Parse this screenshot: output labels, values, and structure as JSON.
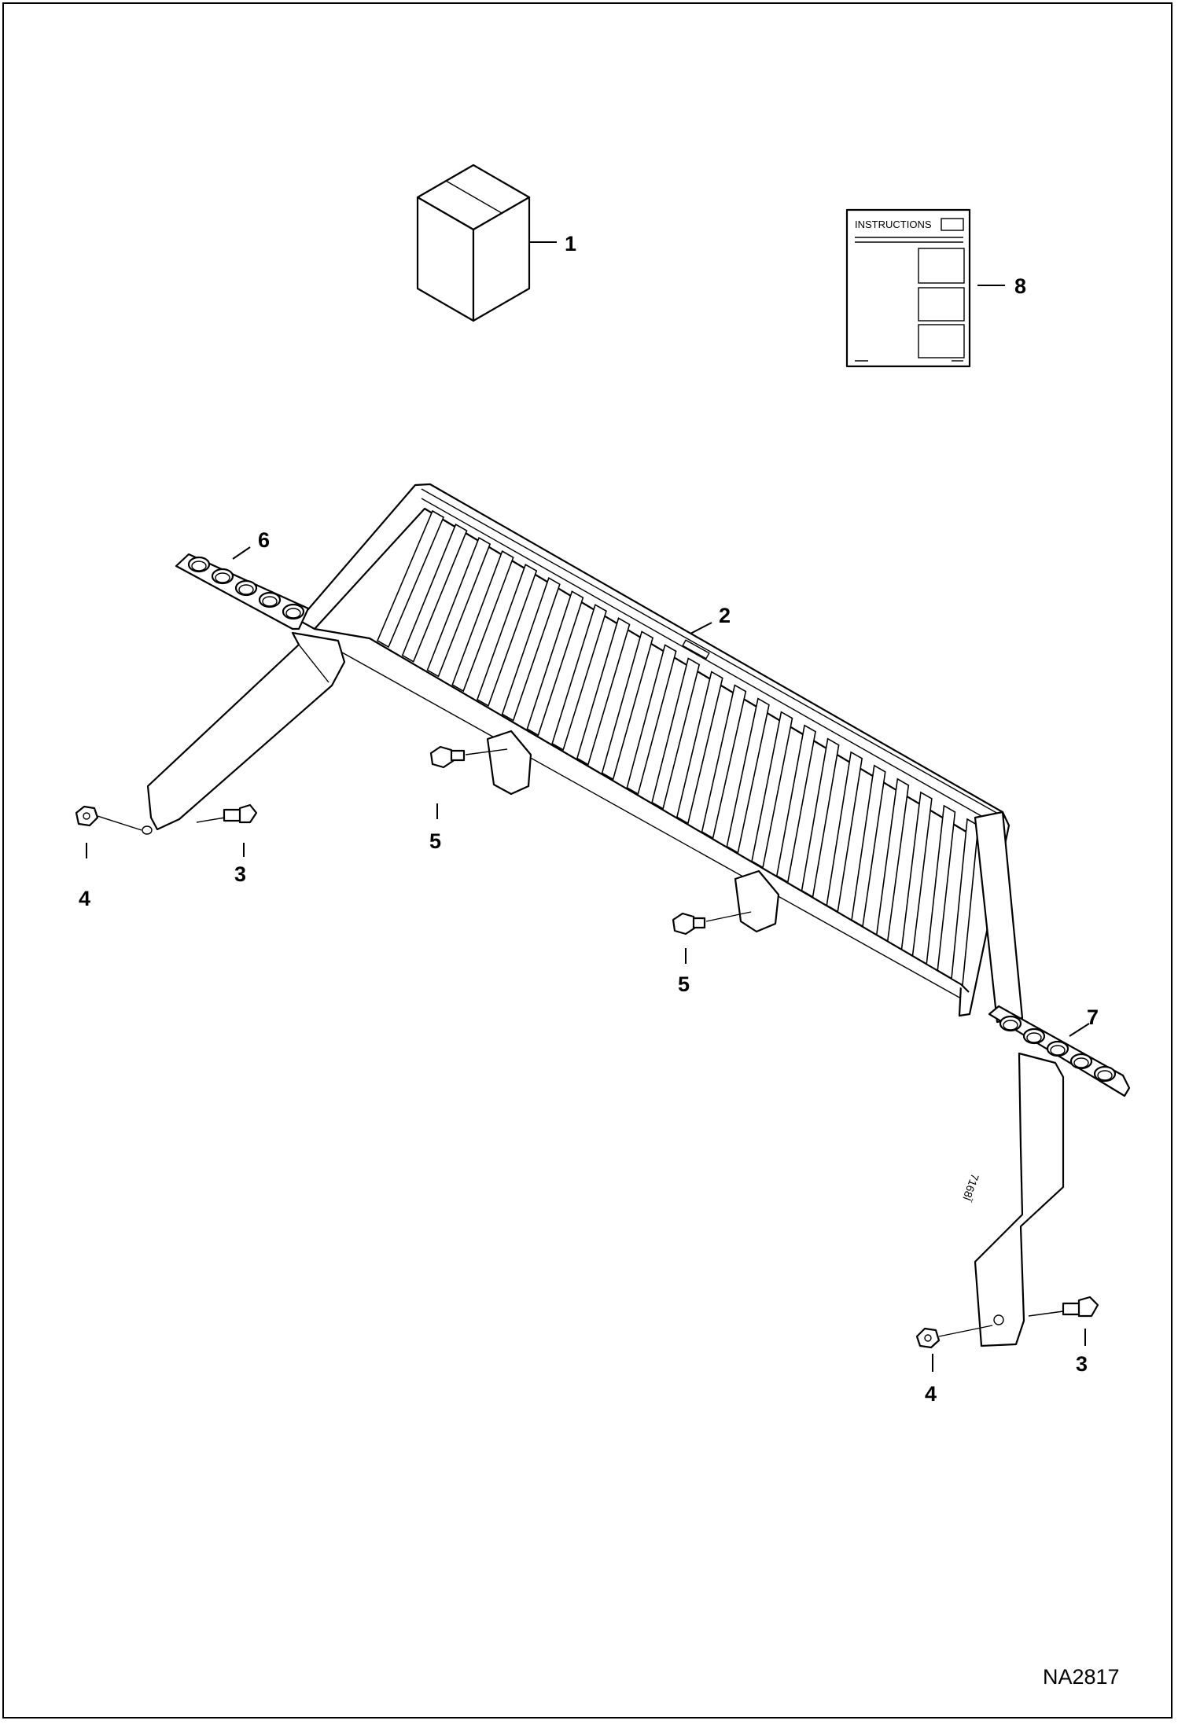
{
  "figure_id": "NA2817",
  "instructions_sheet": {
    "heading": "INSTRUCTIONS"
  },
  "callouts": {
    "item_1": "1",
    "item_2": "2",
    "item_3_left": "3",
    "item_3_right": "3",
    "item_4_left": "4",
    "item_4_right": "4",
    "item_5_upper": "5",
    "item_5_lower": "5",
    "item_6": "6",
    "item_7": "7",
    "item_8": "8"
  },
  "colors": {
    "line": "#000000",
    "background": "#ffffff"
  }
}
